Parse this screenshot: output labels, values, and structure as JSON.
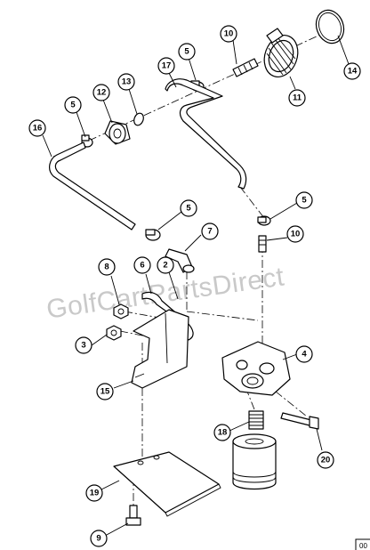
{
  "watermark": "GolfCartPartsDirect",
  "reference_code": "00",
  "callouts": [
    {
      "id": "c10a",
      "label": "10"
    },
    {
      "id": "c5a",
      "label": "5"
    },
    {
      "id": "c14",
      "label": "14"
    },
    {
      "id": "c17",
      "label": "17"
    },
    {
      "id": "c11",
      "label": "11"
    },
    {
      "id": "c12",
      "label": "12"
    },
    {
      "id": "c13",
      "label": "13"
    },
    {
      "id": "c5b",
      "label": "5"
    },
    {
      "id": "c16",
      "label": "16"
    },
    {
      "id": "c5c",
      "label": "5"
    },
    {
      "id": "c5d",
      "label": "5"
    },
    {
      "id": "c7",
      "label": "7"
    },
    {
      "id": "c10b",
      "label": "10"
    },
    {
      "id": "c8",
      "label": "8"
    },
    {
      "id": "c6",
      "label": "6"
    },
    {
      "id": "c2",
      "label": "2"
    },
    {
      "id": "c3",
      "label": "3"
    },
    {
      "id": "c4",
      "label": "4"
    },
    {
      "id": "c15",
      "label": "15"
    },
    {
      "id": "c18",
      "label": "18"
    },
    {
      "id": "c20",
      "label": "20"
    },
    {
      "id": "c19",
      "label": "19"
    },
    {
      "id": "c9",
      "label": "9"
    }
  ]
}
